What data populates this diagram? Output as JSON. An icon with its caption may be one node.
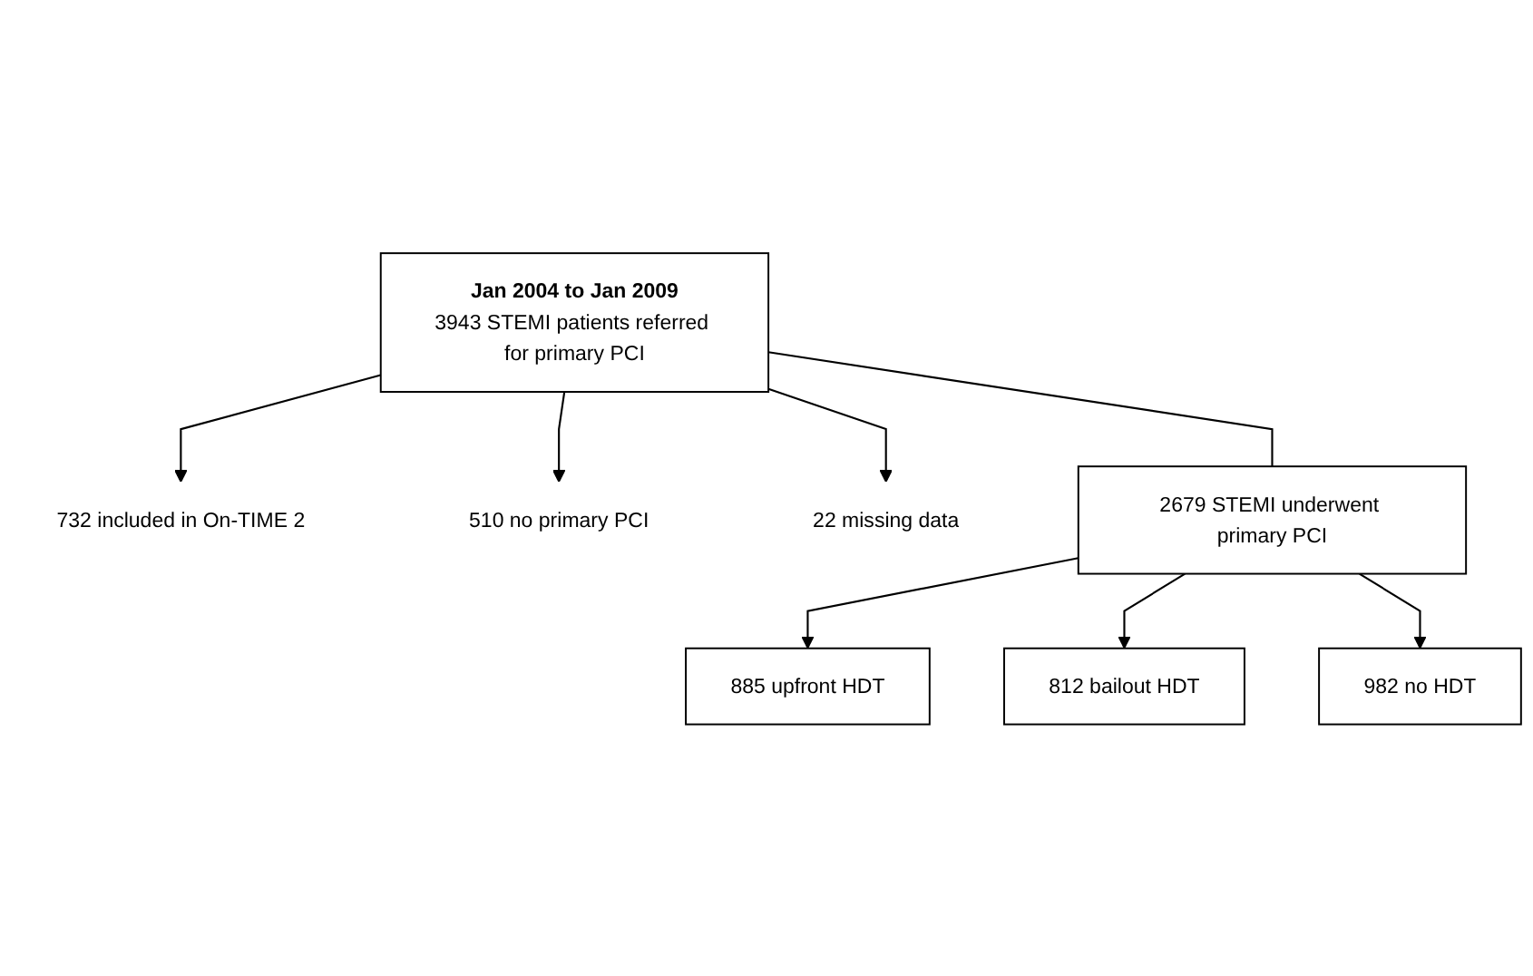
{
  "diagram": {
    "nodes": [
      {
        "text": [
          "Jan 2004 to Jan 2009",
          "3943 STEMI patients referred for primary PCI"
        ]
      },
      {
        "text": [
          "732 included in On-TIME 2"
        ]
      },
      {
        "text": [
          "510 no primary PCI"
        ]
      },
      {
        "text": [
          "22 missing data"
        ]
      },
      {
        "text": [
          "2679 STEMI underwent primary PCI"
        ]
      },
      {
        "text": [
          "885 upfront HDT"
        ]
      },
      {
        "text": [
          "812 bailout HDT"
        ]
      },
      {
        "text": [
          "982 no HDT"
        ]
      }
    ],
    "edges": [
      {
        "from": 0,
        "to": 1,
        "arrow": "to"
      },
      {
        "from": 0,
        "to": 2,
        "arrow": "to"
      },
      {
        "from": 0,
        "to": 3,
        "arrow": "to"
      },
      {
        "from": 0,
        "to": 4,
        "arrow": "none"
      },
      {
        "from": 4,
        "to": 5,
        "arrow": "to"
      },
      {
        "from": 4,
        "to": 6,
        "arrow": "to"
      },
      {
        "from": 4,
        "to": 7,
        "arrow": "to"
      }
    ]
  }
}
